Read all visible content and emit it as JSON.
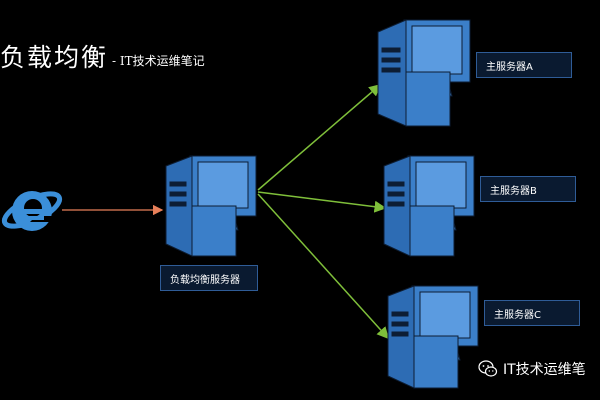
{
  "header": {
    "title": "负载均衡",
    "subtitle": "- IT技术运维笔记"
  },
  "diagram": {
    "client_icon": "internet-explorer-icon",
    "load_balancer_label": "负载均衡服务器",
    "servers": [
      {
        "label": "主服务器A"
      },
      {
        "label": "主服务器B"
      },
      {
        "label": "主服务器C"
      }
    ],
    "colors": {
      "server_fill": "#3b7fc9",
      "request_arrow": "#e8805a",
      "distribution_arrows": "#7fbf3a",
      "label_border": "#2f5c97"
    }
  },
  "watermark": {
    "icon": "wechat-icon",
    "text": "IT技术运维笔"
  }
}
